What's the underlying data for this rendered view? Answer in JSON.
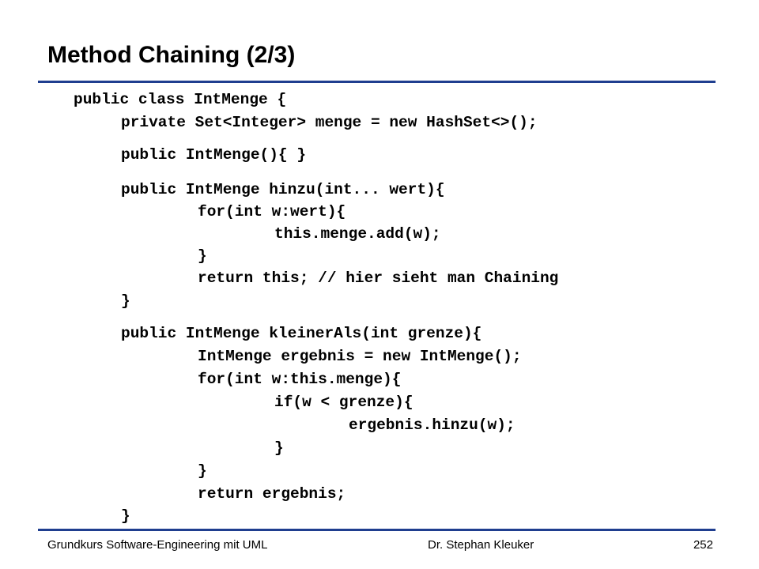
{
  "slide": {
    "title": "Method Chaining (2/3)"
  },
  "code_lines": [
    "public class IntMenge {",
    "private Set<Integer> menge = new HashSet<>();",
    "public IntMenge(){ }",
    "public IntMenge hinzu(int... wert){",
    "for(int w:wert){",
    "this.menge.add(w);",
    "}",
    "return this; // hier sieht man Chaining",
    "}",
    "public IntMenge kleinerAls(int grenze){",
    "IntMenge ergebnis = new IntMenge();",
    "for(int w:this.menge){",
    "if(w < grenze){",
    "ergebnis.hinzu(w);",
    "}",
    "}",
    "return ergebnis;",
    "}"
  ],
  "footer": {
    "course": "Grundkurs Software-Engineering mit UML",
    "author": "Dr. Stephan Kleuker",
    "page_number": "252"
  },
  "colors": {
    "rule": "#1f3e8f",
    "text": "#000000",
    "background": "#ffffff"
  }
}
